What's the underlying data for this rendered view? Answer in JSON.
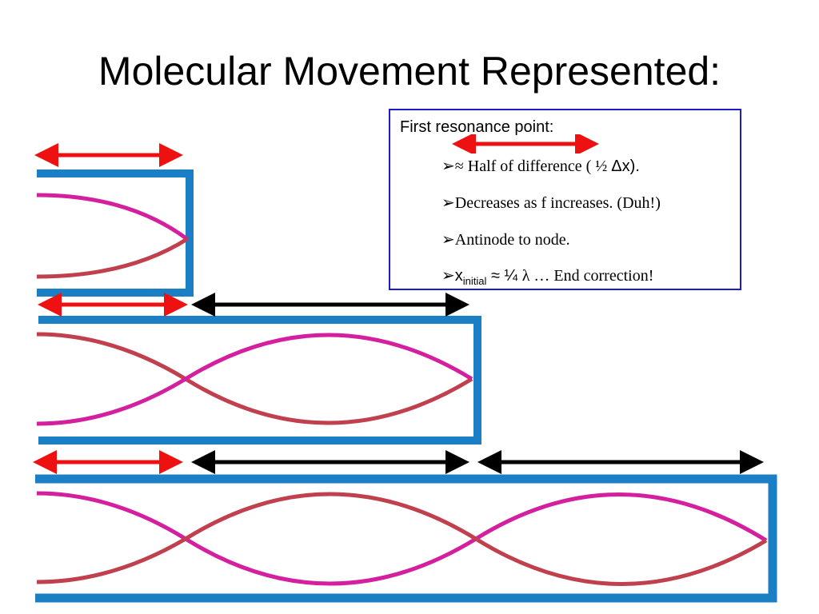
{
  "title": "Molecular Movement Represented:",
  "info_box": {
    "heading": "First resonance point:",
    "bullets": [
      {
        "marker": "➢",
        "approx": "≈",
        "text": " Half of difference ( ½ ",
        "symbol": "Δx",
        "tail": ")."
      },
      {
        "marker": "➢",
        "text": "Decreases as f increases. (Duh!)"
      },
      {
        "marker": "➢",
        "text": "Antinode to node."
      },
      {
        "marker": "➢",
        "var": "x",
        "subscript": "initial",
        "approx": " ≈ ¼ ",
        "lambda": "λ",
        "tail": " … End correction!"
      }
    ]
  },
  "colors": {
    "tube": "#1a7fc4",
    "wave_a": "#d4209f",
    "wave_b": "#c0404e",
    "arrow_red": "#ee1111",
    "arrow_black": "#000000",
    "box_border": "#1c1ccc"
  },
  "tubes": [
    {
      "name": "first-resonance-tube",
      "loops": 1
    },
    {
      "name": "second-resonance-tube",
      "loops": 2
    },
    {
      "name": "third-resonance-tube",
      "loops": 3
    }
  ]
}
